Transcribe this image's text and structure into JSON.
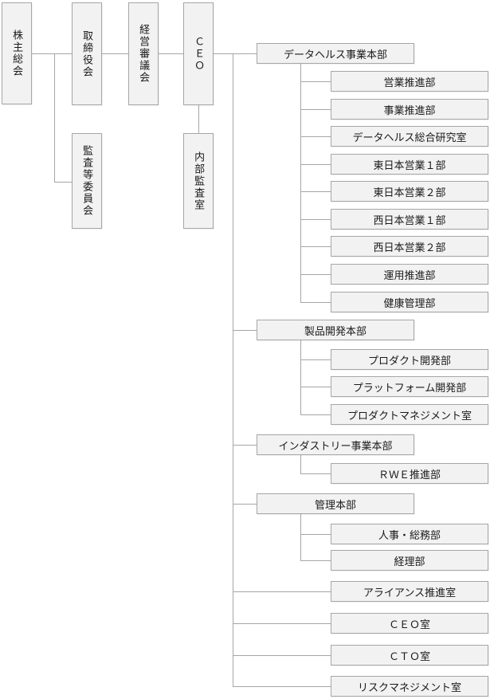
{
  "org_chart": {
    "colors": {
      "background": "#ffffff",
      "box_fill": "#f2f2f2",
      "box_border": "#a6a6a6",
      "connector_line": "#a6a6a6",
      "text": "#1a1a1a"
    },
    "governance": {
      "shareholders_meeting": "株主総会",
      "board_of_directors": "取締役会",
      "management_council": "経営審議会",
      "ceo": "ＣＥＯ",
      "audit_committee": "監査等委員会",
      "internal_audit_office": "内部監査室"
    },
    "divisions": [
      {
        "label": "データヘルス事業本部",
        "departments": [
          "営業推進部",
          "事業推進部",
          "データヘルス総合研究室",
          "東日本営業１部",
          "東日本営業２部",
          "西日本営業１部",
          "西日本営業２部",
          "運用推進部",
          "健康管理部"
        ]
      },
      {
        "label": "製品開発本部",
        "departments": [
          "プロダクト開発部",
          "プラットフォーム開発部",
          "プロダクトマネジメント室"
        ]
      },
      {
        "label": "インダストリー事業本部",
        "departments": [
          "ＲＷＥ推進部"
        ]
      },
      {
        "label": "管理本部",
        "departments": [
          "人事・総務部",
          "経理部"
        ]
      }
    ],
    "ceo_direct_offices": [
      "アライアンス推進室",
      "ＣＥＯ室",
      "ＣＴＯ室",
      "リスクマネジメント室"
    ]
  }
}
